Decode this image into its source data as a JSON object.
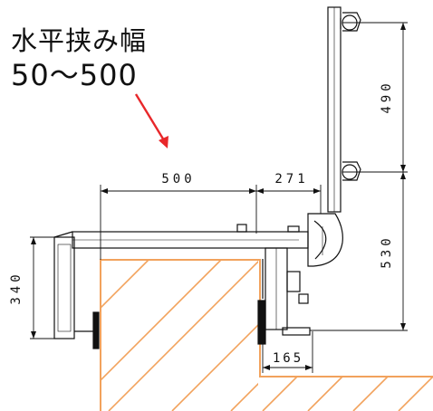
{
  "caption": {
    "line1": "水平挟み幅",
    "line2": "50～500"
  },
  "dimensions": {
    "width_500": "500",
    "width_271": "271",
    "height_490": "490",
    "height_530": "530",
    "height_340": "340",
    "width_165": "165"
  },
  "colors": {
    "line": "#111111",
    "hatch": "#f2a25c",
    "arrow": "#e8272a"
  }
}
